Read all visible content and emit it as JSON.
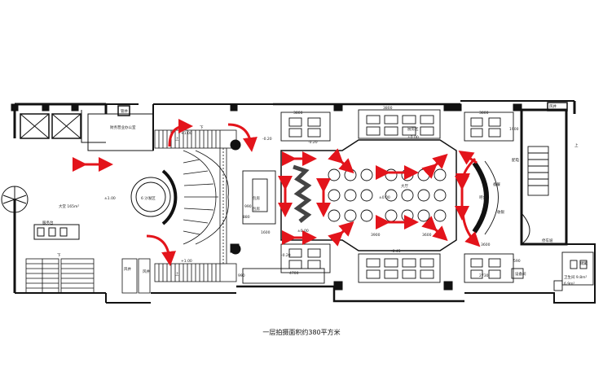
{
  "caption": "一层拍摄面积约380平方米",
  "accent_color": "#e3141b",
  "wall_color": "#111111",
  "labels": {
    "lobby": "大堂 165m²",
    "lobby_level": "±1.00",
    "front_desk": "服务台",
    "office": "财务营业办公室",
    "well": "管井",
    "round_sofa": "6 沙发区",
    "up1": "上",
    "up2": "上",
    "down1": "下",
    "down2": "下",
    "lvl_top": "+1.00",
    "lvl_bottom": "+1.00",
    "lvl_020a": "-0.20",
    "lvl_020b": "-0.20",
    "lvl_020c": "-0.20",
    "lvl_000a": "±0.00",
    "lvl_000b": "±0.00",
    "lvl_000c": "±0.00",
    "lvl_045": "-0.45",
    "dim_3800a": "3800",
    "dim_3800b": "3800",
    "dim_3900": "3900",
    "dim_3600": "3600",
    "dim_4700": "4700",
    "dim_2730": "2730",
    "dim_3800c": "3800",
    "dim_1600": "1600",
    "dim_990": "990",
    "dim_990b": "990",
    "dim_880": "880",
    "dim_3600b": "3600",
    "dim_1900": "1900",
    "dim_590": "590",
    "bar": "吧台",
    "kitchen": "备餐",
    "toilet": "卫生间 9.8m²",
    "storage": "储藏",
    "wind1": "风井",
    "wind2": "风井",
    "wind3": "风井",
    "stair_up": "上",
    "equip": "设备间",
    "power": "配电",
    "recv": "收银",
    "car_rm": "停车坡",
    "sofa_rm": "包房",
    "sofa_rm2": "包房",
    "center": "大厅",
    "mg": "厨房区",
    "side": "6.9m²"
  }
}
